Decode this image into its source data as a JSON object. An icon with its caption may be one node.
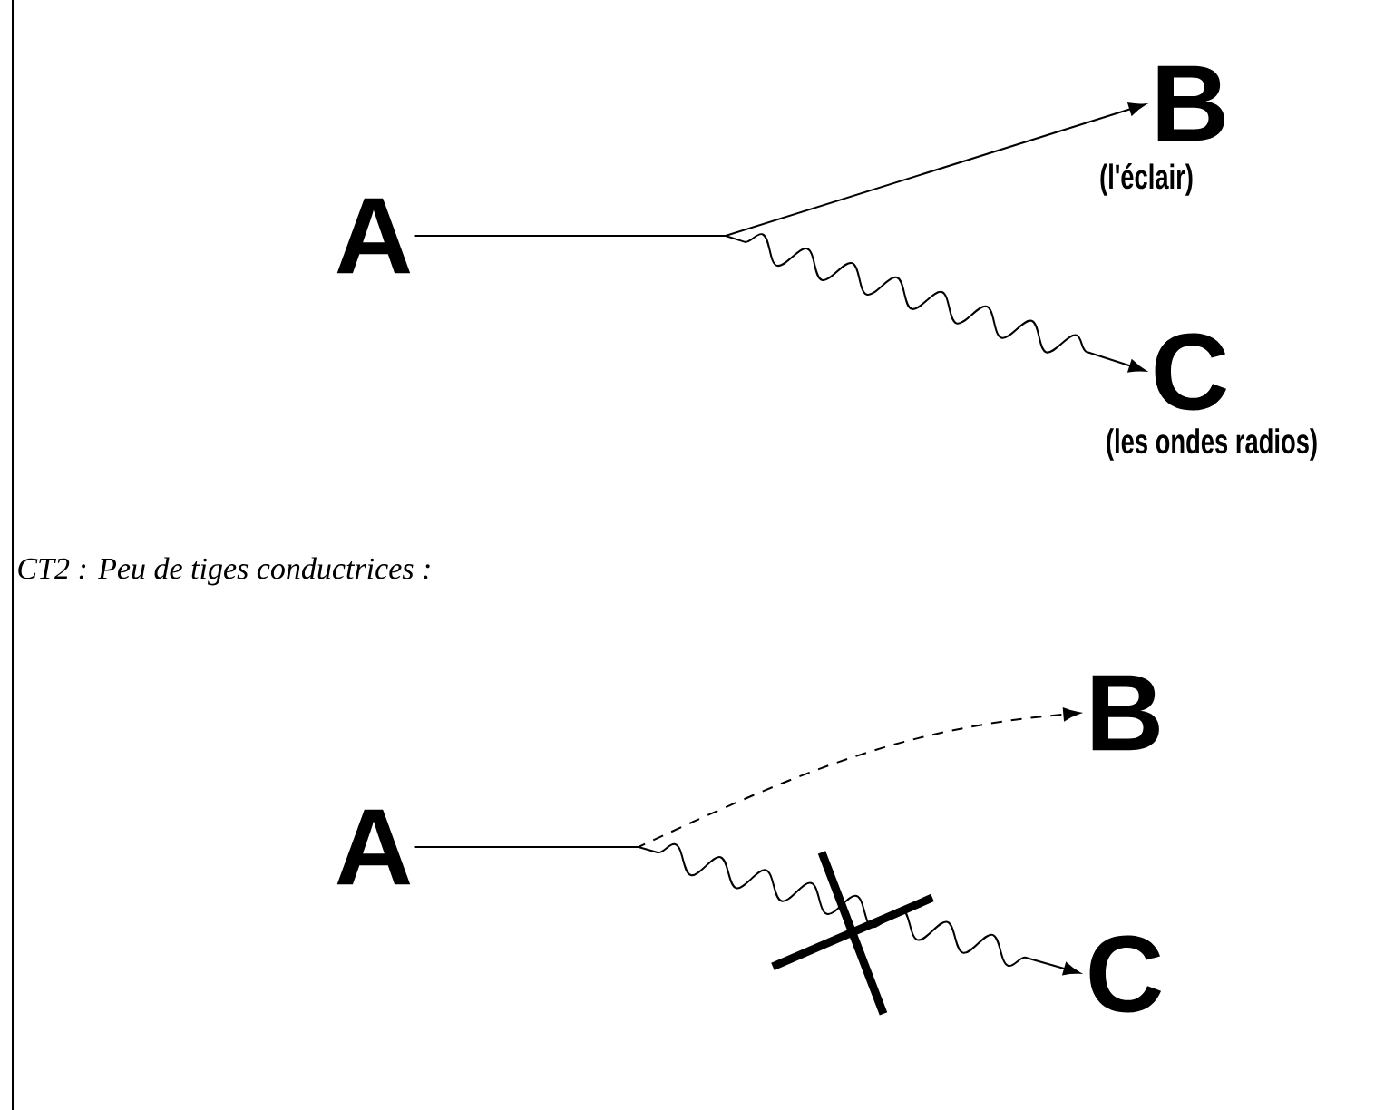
{
  "diagram": {
    "nodes": [
      {
        "text": [
          "A"
        ]
      },
      {
        "text": [
          "B"
        ],
        "beside": [
          "(l'éclair)"
        ]
      },
      {
        "text": [
          "C"
        ],
        "beside": [
          "(les ondes radios)"
        ]
      },
      {
        "text": [
          "A"
        ]
      },
      {
        "text": [
          "B"
        ]
      },
      {
        "text": [
          "C"
        ]
      }
    ],
    "edges": [
      {
        "from": 0,
        "to": 1,
        "arrow": "to"
      },
      {
        "from": 0,
        "to": 2,
        "arrow": "to"
      },
      {
        "from": 3,
        "to": 4,
        "arrow": "to",
        "style": "dashed"
      },
      {
        "from": 3,
        "to": 5,
        "arrow": "to"
      }
    ],
    "labels": [
      "CT2 : Peu de tiges conductrices :"
    ]
  }
}
